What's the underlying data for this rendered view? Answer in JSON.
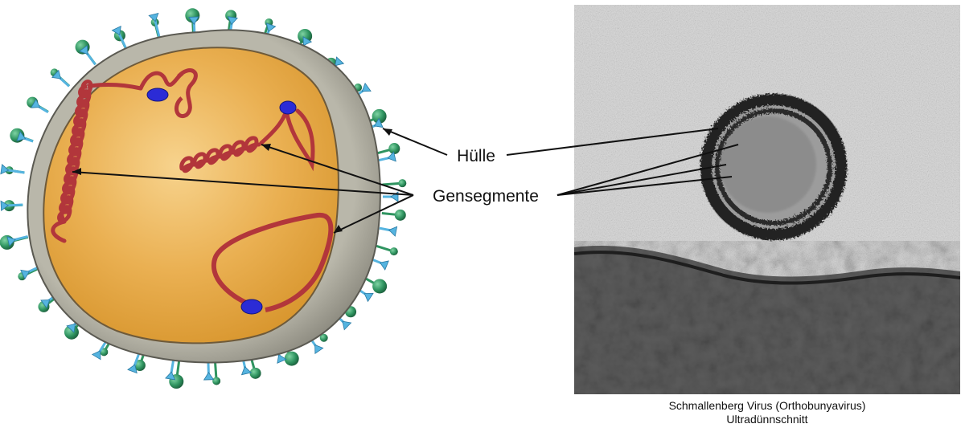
{
  "labels": {
    "envelope": "Hülle",
    "gene_segments": "Gensegmente"
  },
  "caption": {
    "line1": "Schmallenberg Virus (Orthobunyavirus)",
    "line2": "Ultradünnschnitt"
  },
  "colors": {
    "core": "#e9a83e",
    "core_light": "#f6cf86",
    "envelope": "#9e9d91",
    "rna": "#b2363b",
    "polymerase": "#2b2bd6",
    "spike_green": "#2f9460",
    "spike_blue": "#55b4e0",
    "pointer": "#111111"
  }
}
